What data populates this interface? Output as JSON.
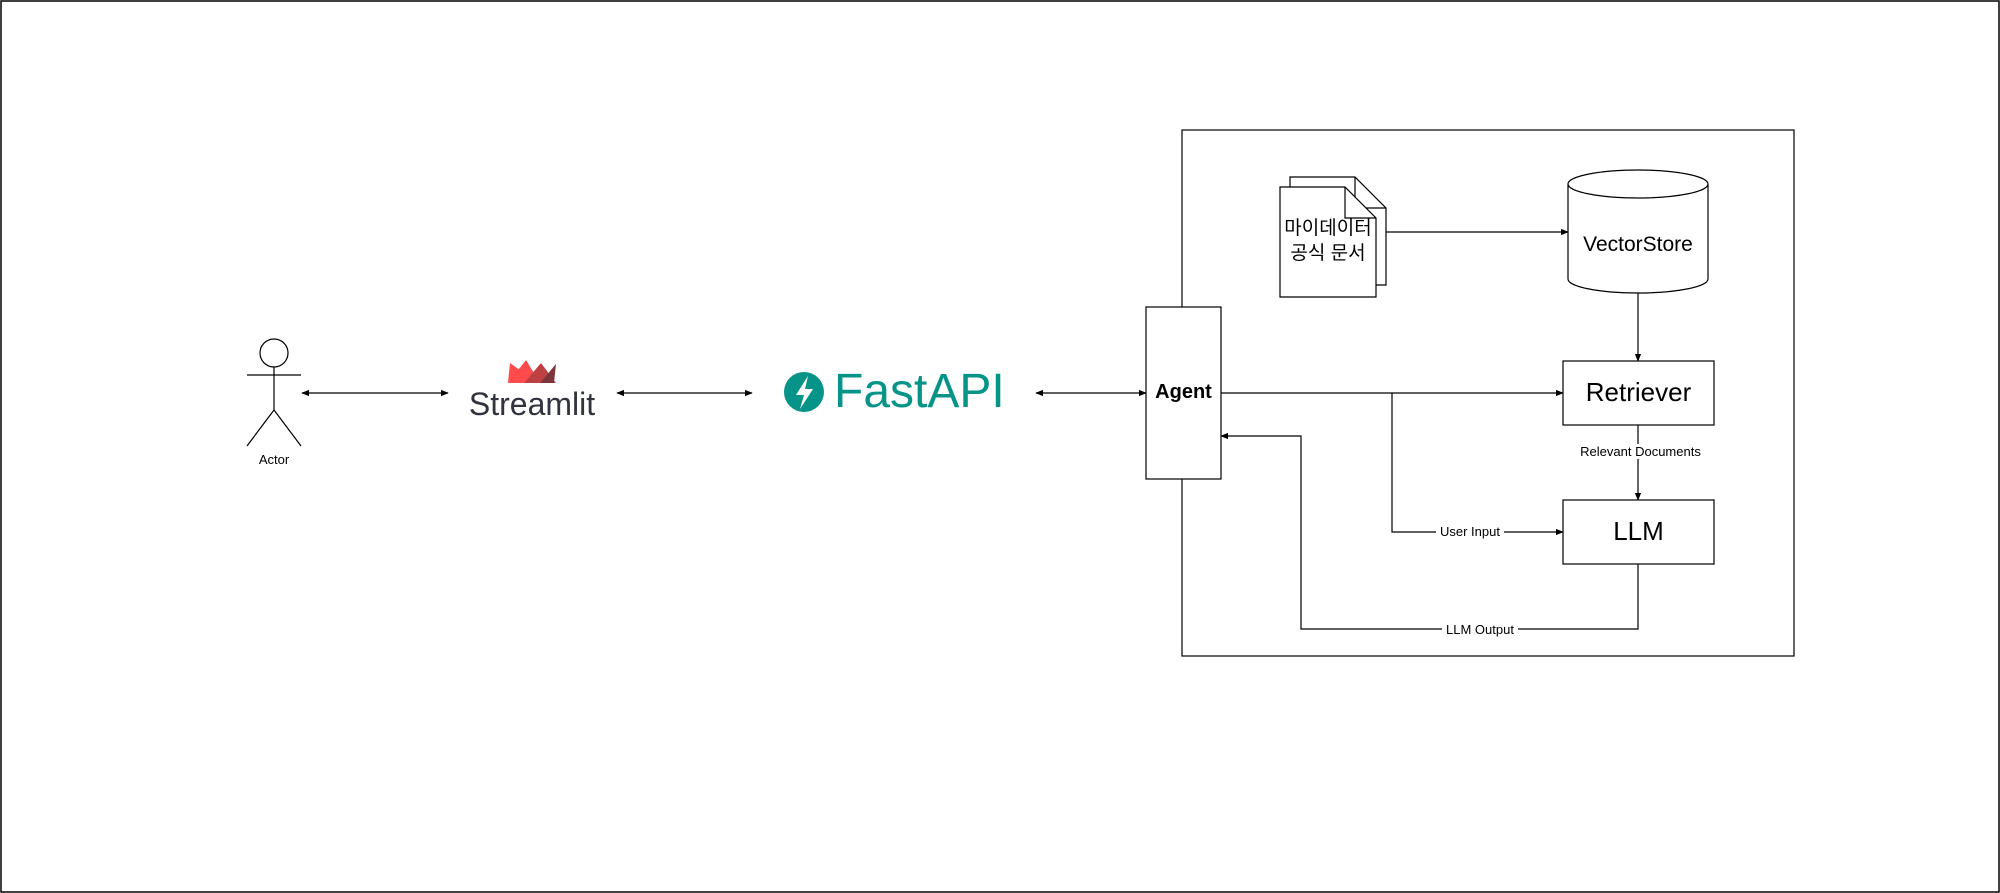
{
  "actor": {
    "label": "Actor"
  },
  "streamlit": {
    "label": "Streamlit",
    "logo_colors": [
      "#FF4B4B",
      "#BD4043",
      "#7D353B"
    ]
  },
  "fastapi": {
    "label": "FastAPI",
    "color": "#059487",
    "icon": "lightning-bolt-icon"
  },
  "agent": {
    "label": "Agent"
  },
  "documents": {
    "line1": "마이데이터",
    "line2": "공식 문서"
  },
  "vectorstore": {
    "label": "VectorStore"
  },
  "retriever": {
    "label": "Retriever"
  },
  "llm": {
    "label": "LLM"
  },
  "edges": {
    "relevant_documents": "Relevant Documents",
    "user_input": "User Input",
    "llm_output": "LLM Output"
  }
}
